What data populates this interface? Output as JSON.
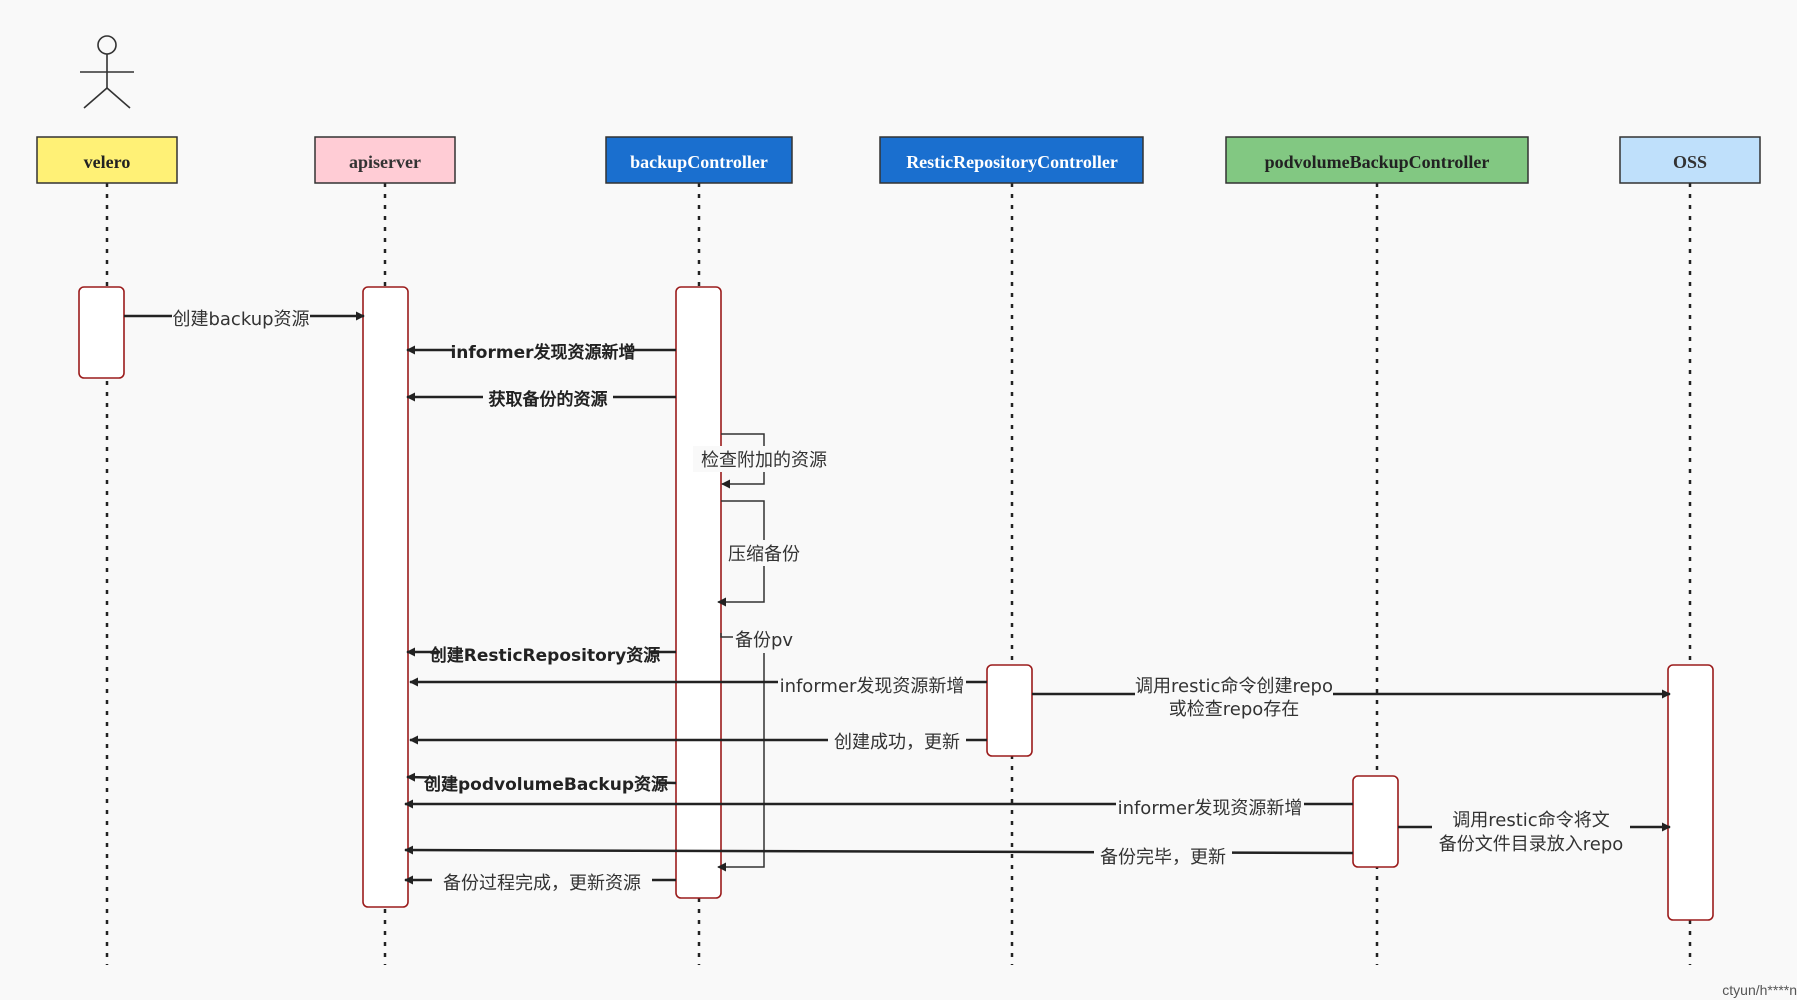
{
  "participants": {
    "velero": {
      "label": "velero",
      "fill": "#fff176",
      "text": "#222222"
    },
    "apiserver": {
      "label": "apiserver",
      "fill": "#ffccd5",
      "text": "#333333"
    },
    "backupController": {
      "label": "backupController",
      "fill": "#1a6fcf",
      "text": "#ffffff"
    },
    "resticRepositoryController": {
      "label": "ResticRepositoryController",
      "fill": "#1a6fcf",
      "text": "#ffffff"
    },
    "podvolumeBackupController": {
      "label": "podvolumeBackupController",
      "fill": "#82c882",
      "text": "#222222"
    },
    "oss": {
      "label": "OSS",
      "fill": "#bfe0fb",
      "text": "#333333"
    }
  },
  "messages": {
    "m1": "创建backup资源",
    "m2": "informer发现资源新增",
    "m3": "获取备份的资源",
    "m4": "检查附加的资源",
    "m5": "压缩备份",
    "m6": "备份pv",
    "m7": "创建ResticRepository资源",
    "m8": "informer发现资源新增",
    "m9_line1": "调用restic命令创建repo",
    "m9_line2": "或检查repo存在",
    "m10": "创建成功，更新",
    "m11": "创建podvolumeBackup资源",
    "m12": "informer发现资源新增",
    "m13_line1": "调用restic命令将文",
    "m13_line2": "备份文件目录放入repo",
    "m14": "备份完毕，更新",
    "m15": "备份过程完成，更新资源"
  },
  "colors": {
    "activation_border": "#9b1c1c",
    "line": "#222222"
  },
  "watermark": "ctyun/h****n"
}
